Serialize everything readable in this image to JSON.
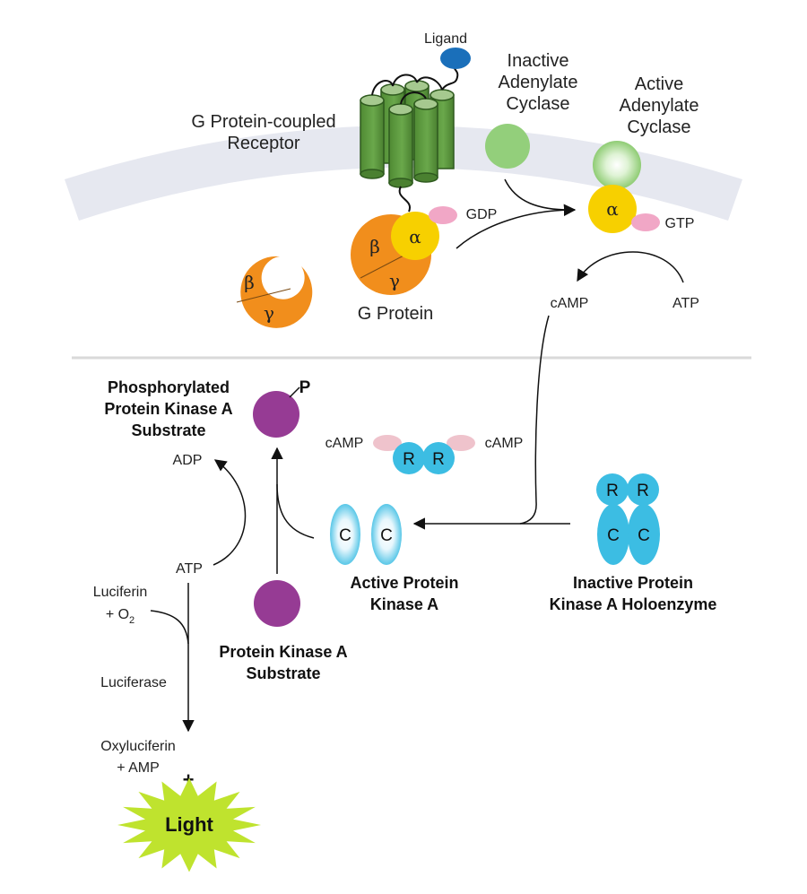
{
  "colors": {
    "membrane": "#e6e8f0",
    "receptor_green": "#5f9d3f",
    "receptor_dark": "#2f5a1f",
    "ligand_blue": "#1a6fba",
    "adenylate_green": "#93cf7b",
    "alpha_yellow": "#f7d000",
    "beta_gamma_orange": "#f18e1c",
    "pink": "#f1a7c6",
    "pink_camp": "#efc3cc",
    "pka_blue": "#3cbde3",
    "substrate_purple": "#963b94",
    "light_green": "#bfe32e",
    "divider": "#d9d9d9"
  },
  "icons": {
    "receptor": "gpcr-seven-helix-icon",
    "ligand": "ligand-oval-icon",
    "light": "starburst-icon"
  },
  "labels": {
    "ligand": "Ligand",
    "inactive_ac": [
      "Inactive",
      "Adenylate",
      "Cyclase"
    ],
    "active_ac": [
      "Active",
      "Adenylate",
      "Cyclase"
    ],
    "gpcr": [
      "G Protein-coupled",
      "Receptor"
    ],
    "gdp": "GDP",
    "gtp": "GTP",
    "g_protein": "G Protein",
    "camp_top": "cAMP",
    "atp_top": "ATP",
    "alpha": "α",
    "beta": "β",
    "gamma": "γ",
    "phosphorylated": [
      "Phosphorylated",
      "Protein Kinase A",
      "Substrate"
    ],
    "p": "P",
    "adp": "ADP",
    "atp_left": "ATP",
    "luciferin_line1": "Luciferin",
    "luciferin_line2_prefix": "+ O",
    "luciferin_line2_sub": "2",
    "luciferase": "Luciferase",
    "oxyluciferin": [
      "Oxyluciferin",
      "+ AMP"
    ],
    "plus": "+",
    "light": "Light",
    "camp_left": "cAMP",
    "camp_right": "cAMP",
    "r": "R",
    "c": "C",
    "active_pka": [
      "Active Protein",
      "Kinase A"
    ],
    "inactive_pka": [
      "Inactive Protein",
      "Kinase A Holoenzyme"
    ],
    "pka_substrate": [
      "Protein Kinase A",
      "Substrate"
    ]
  }
}
